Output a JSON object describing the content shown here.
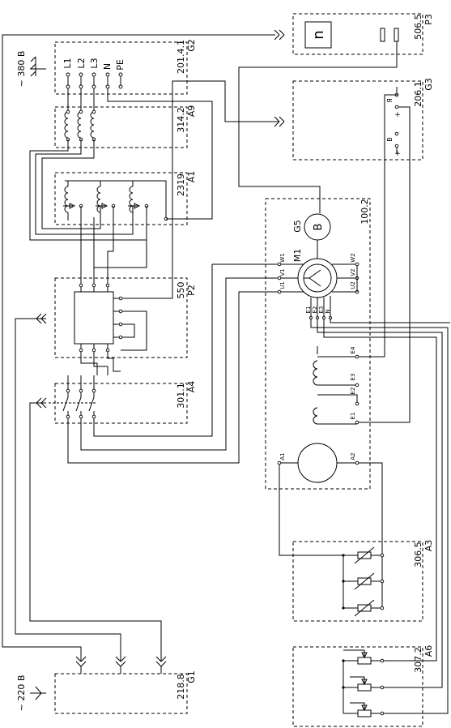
{
  "diagram": {
    "supply_380": "~ 380 В",
    "supply_220": "~ 220 В",
    "G2": {
      "code": "201.4.1",
      "name": "G2",
      "terminals": [
        "L1",
        "L2",
        "L3",
        "N",
        "PE"
      ]
    },
    "A9": {
      "code": "314.2",
      "name": "A9"
    },
    "A1": {
      "code": "2319",
      "name": "A1"
    },
    "P2": {
      "code": "550",
      "name": "P2"
    },
    "A4": {
      "code": "301.1",
      "name": "A4"
    },
    "G1": {
      "code": "218.8",
      "name": "G1"
    },
    "P3": {
      "code": "506.5",
      "name": "P3",
      "symbol": "n"
    },
    "G3": {
      "code": "206.1",
      "name": "G3",
      "terminal_labels": [
        "Я",
        "В"
      ]
    },
    "M_block": {
      "code": "100.2",
      "name": "100.2"
    },
    "G5": {
      "name": "G5",
      "symbol": "B"
    },
    "M1": {
      "name": "M1",
      "terminals_left": [
        "W1",
        "V1",
        "U1"
      ],
      "terminals_right": [
        "W2",
        "V2",
        "U2"
      ]
    },
    "field": {
      "left": [
        "E1",
        "E2",
        "E3"
      ],
      "right": [
        "E4",
        "E3",
        "E2",
        "E1"
      ]
    },
    "armature": {
      "left": "A1",
      "right": "A2"
    },
    "A3": {
      "code": "306.5",
      "name": "A3"
    },
    "A6": {
      "code": "307.2",
      "name": "A6"
    }
  }
}
